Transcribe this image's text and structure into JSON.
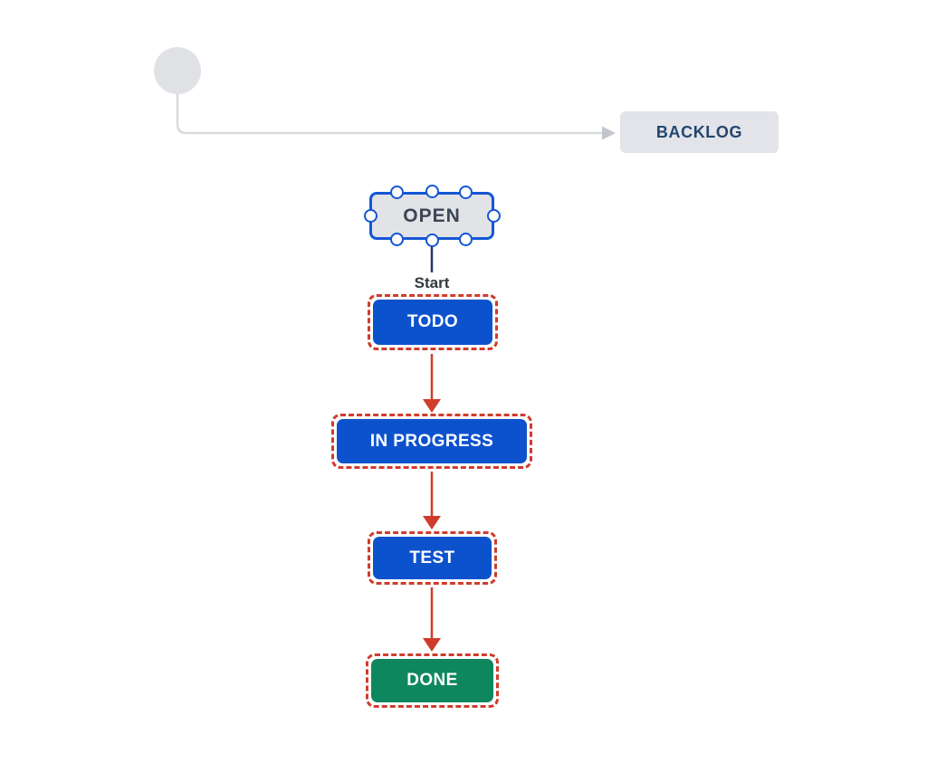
{
  "diagram": {
    "type": "workflow",
    "nodes": {
      "backlog": {
        "label": "BACKLOG",
        "kind": "status-gray"
      },
      "open": {
        "label": "OPEN",
        "kind": "status-gray-selected",
        "selection_handles": 8
      },
      "todo": {
        "label": "TODO",
        "kind": "status-blue-highlighted"
      },
      "in_progress": {
        "label": "IN PROGRESS",
        "kind": "status-blue-highlighted"
      },
      "test": {
        "label": "TEST",
        "kind": "status-blue-highlighted"
      },
      "done": {
        "label": "DONE",
        "kind": "status-green-highlighted"
      }
    },
    "transitions": {
      "initial_to_backlog": {
        "label": "",
        "color": "#d8dade"
      },
      "start": {
        "label": "Start",
        "color": "#1e3a66"
      },
      "todo_to_in_progress": {
        "label": "",
        "color": "#cf3c2c"
      },
      "in_progress_to_test": {
        "label": "",
        "color": "#cf3c2c"
      },
      "test_to_done": {
        "label": "",
        "color": "#cf3c2c"
      }
    },
    "colors": {
      "status_blue": "#0d52cd",
      "status_green": "#0f875e",
      "status_gray_fill": "#e2e4e9",
      "selection_blue": "#1457d5",
      "highlight_red": "#cf3c2c",
      "connector_gray": "#d8dade",
      "connector_arrowhead_gray": "#c3c6cd",
      "backlog_text_navy": "#24466f",
      "open_text": "#3c4554",
      "start_label_text": "#32383f",
      "start_circle_fill": "#dfe1e5",
      "canvas_background": "#ffffff"
    }
  }
}
